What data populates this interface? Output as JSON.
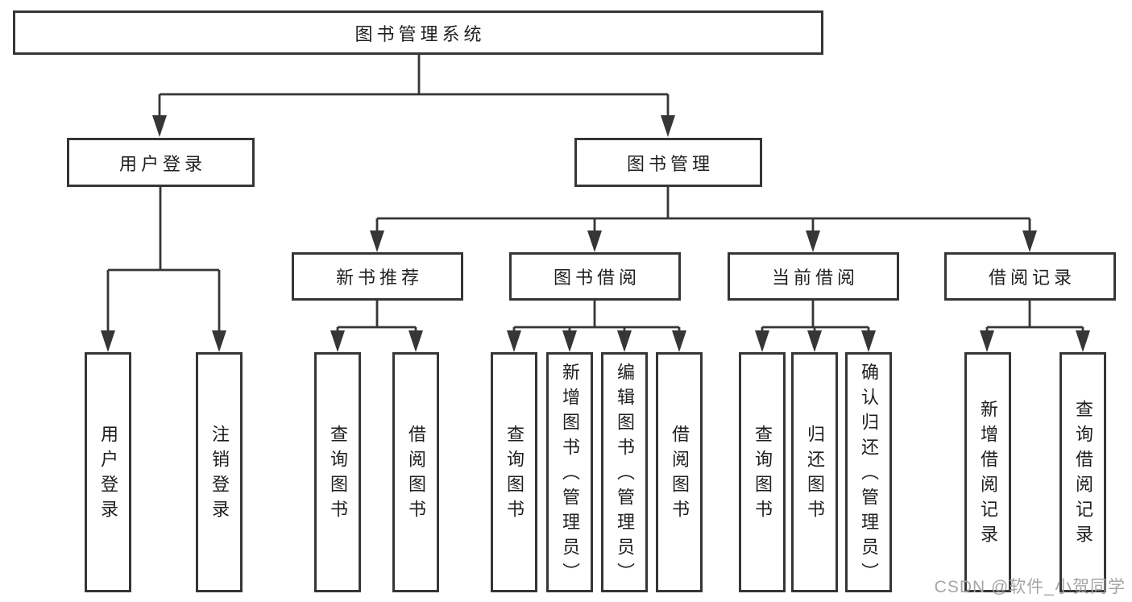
{
  "diagram": {
    "title": "图书管理系统",
    "level2": [
      {
        "label": "用户登录"
      },
      {
        "label": "图书管理"
      }
    ],
    "level3": [
      {
        "label": "新书推荐"
      },
      {
        "label": "图书借阅"
      },
      {
        "label": "当前借阅"
      },
      {
        "label": "借阅记录"
      }
    ],
    "leaves": [
      {
        "label": "用户登录"
      },
      {
        "label": "注销登录"
      },
      {
        "label": "查询图书"
      },
      {
        "label": "借阅图书"
      },
      {
        "label": "查询图书"
      },
      {
        "label": "新增图书（管理员）"
      },
      {
        "label": "编辑图书（管理员）"
      },
      {
        "label": "借阅图书"
      },
      {
        "label": "查询图书"
      },
      {
        "label": "归还图书"
      },
      {
        "label": "确认归还（管理员）"
      },
      {
        "label": "新增借阅记录"
      },
      {
        "label": "查询借阅记录"
      }
    ]
  },
  "watermark": "CSDN @软件_小贺同学",
  "colors": {
    "line": "#363636",
    "text": "#1f1f1f",
    "watermark": "#a5a5a5",
    "background": "#ffffff"
  }
}
